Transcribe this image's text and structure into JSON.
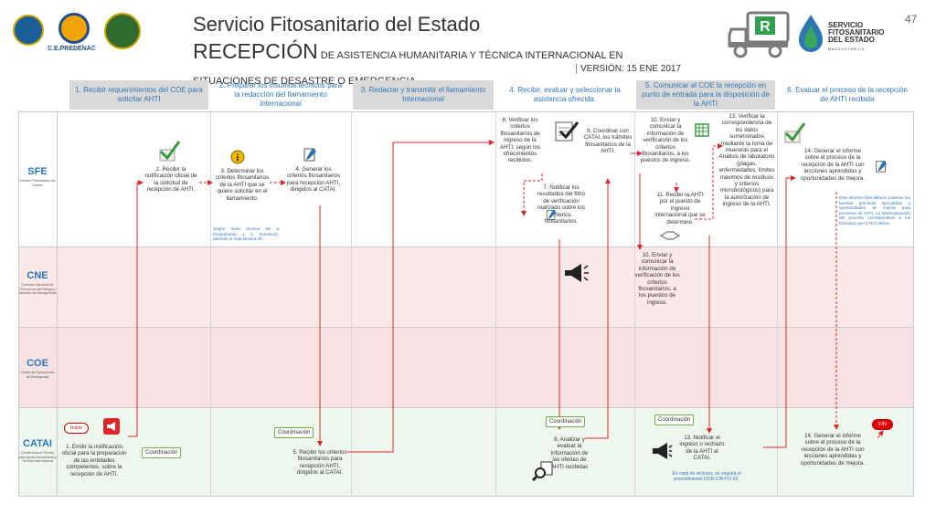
{
  "header": {
    "title": "Servicio Fitosanitario del Estado",
    "subtitle_big": "RECEPCIÓN",
    "subtitle_rest": " DE ASISTENCIA HUMANITARIA Y TÉCNICA INTERNACIONAL EN SITUACIONES DE DESASTRE O EMERGENCIA",
    "version": "VERSIÓN: 15 ENE 2017",
    "page_number": "47",
    "logo_left_label": "C.E.PREDENAC",
    "logo_right_line1": "SERVICIO",
    "logo_right_line2": "FITOSANITARIO",
    "logo_right_line3": "DEL ESTADO",
    "logo_right_line4": "M A G   C O S T A   R I C A",
    "truck_letter": "R"
  },
  "columns": [
    {
      "label": "1. Recibir requerimientos del COE para solicitar AHTI"
    },
    {
      "label": "2. Preparar los insumos técnicos para la redacción del llamamiento Internacional"
    },
    {
      "label": "3. Redactar y transmitir el llamamiento Internacional"
    },
    {
      "label": "4. Recibir, evaluar y seleccionar la asistencia ofrecida."
    },
    {
      "label": "5. Comunicar al COE la recepción en punto de entrada para la disposición de la AHTI"
    },
    {
      "label": "6. Evaluar el proceso de la recepción de AHTI recibida"
    }
  ],
  "lanes": {
    "sfe": {
      "code": "SFE",
      "desc": "Servicio Fitosanitario del Estado"
    },
    "cne": {
      "code": "CNE",
      "desc": "Comisión Nacional de Prevención del Riesgo y Atención de Emergencias"
    },
    "coe": {
      "code": "COE",
      "desc": "Centro de Operaciones de Emergencia"
    },
    "catai": {
      "code": "CATAI",
      "desc": "Comité Asesor Técnico para Ayuda Humanitaria y Técnica Internacional"
    }
  },
  "steps": {
    "s1": "1. Emitir la notificación oficial para la preparación de las entidades competentes, sobre la recepción de AHTI.",
    "s2": "2. Recibir la notificación oficial de la solicitud de recepción de AHTI.",
    "s3": "3. Determinar los criterios fitosanitarios de la AHTI que se quiere solicitar en el llamamiento.",
    "s3_note": "Según Nota técnica 59 a (maquinaria) y b (insumos), además la nota técnica 35.",
    "s4": "4. Generar los criterios fitosanitarios para recepción AHTI, dirigidos al CATAI.",
    "s5": "5. Recibir los criterios fitosanitarios para recepción AHTI, dirigidos al CATAI.",
    "s6": "6. Verificar los criterios fitosanitarios de ingreso de la AHTI, según los ofrecimientos recibidos.",
    "s7": "7. Notificar los resultados del filtro de verificación realizado sobre los criterios fitosanitarios.",
    "s8": "8. Analizar y evaluar la información de las ofertas de AHTI recibidas",
    "s9": "9. Coordinar con CATAI, los trámites fitosanitarios de la AHTI.",
    "s10_sfe": "10. Enviar y comunicar la información de verificación de los criterios fitosanitarios, a los puestos de ingreso.",
    "s10_cne": "10. Enviar y comunicar la información de verificación de los criterios fitosanitarios, a los puestos de ingreso.",
    "s11": "11. Recibir la AHTI por el puesto de ingreso internacional que se determine.",
    "s12": "12. Verificar la correspondencia de los datos suministrados mediante la toma de muestras para el Análisis de laboratorio (plagas, enfermedades, límites máximos de residuos y criterios microbiológicos) para la autorización de ingreso de la AHTI.",
    "s13": "13. Notificar el ingreso o rechazo de la AHTI al CATAI.",
    "s13_note": "En caso de rechazo, se seguirá el procedimiento NOR-CIN-FO-03.",
    "s14_sfe": "14. Generar el informe sobre el proceso de la recepción de la AHTI con lecciones aprendidas y oportunidades de mejora.",
    "s14_sfe_note": "Este informe final deberá contener las buenas prácticas ejecutadas y oportunidades de mejora para procesos de AHTI. La sistematización del proceso corresponderá a los formatos que CATAI defina.",
    "s14_catai": "14. Generar el informe sobre el proceso de la recepción de la AHTI con lecciones aprendidas y oportunidades de mejora."
  },
  "labels": {
    "inicio": "Inicio",
    "fin": "FIN",
    "coordinacion": "Coordinación"
  },
  "colors": {
    "accent_blue": "#2e75b6",
    "arrow_red": "#e0252b",
    "check_green": "#3a9b3a",
    "cne_band": "#fbe9e9",
    "catai_band": "#eef7ee"
  }
}
